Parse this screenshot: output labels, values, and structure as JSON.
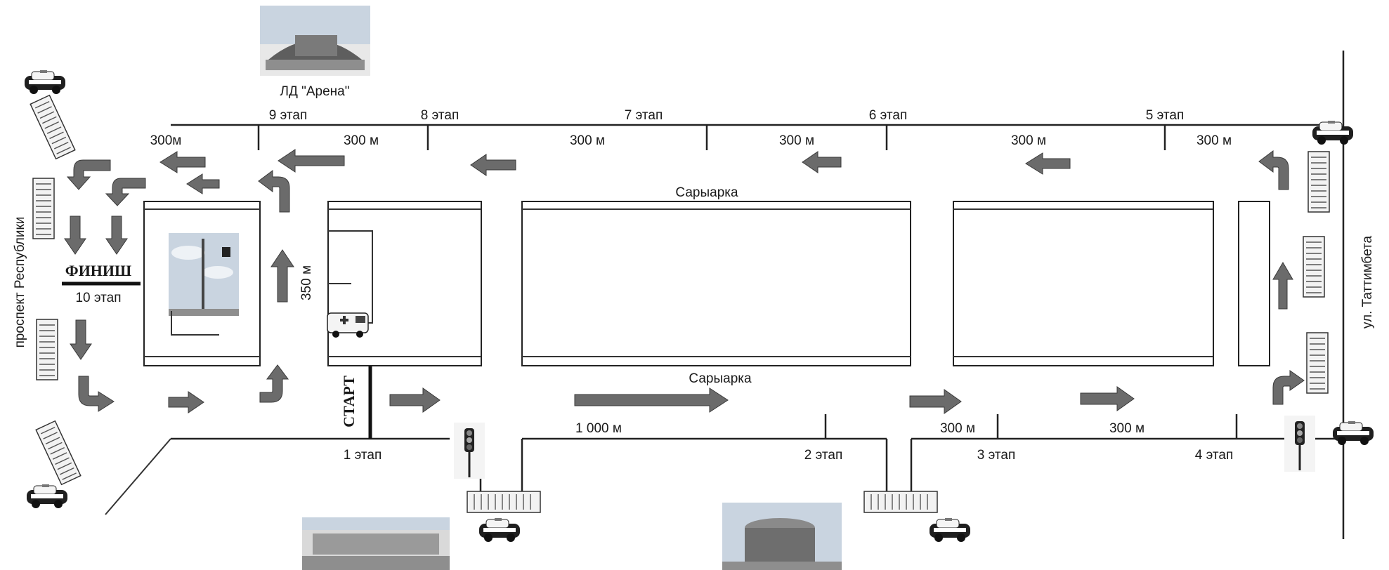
{
  "labels": {
    "arena": "ЛД \"Арена\"",
    "stages": {
      "s1": "1 этап",
      "s2": "2 этап",
      "s3": "3 этап",
      "s4": "4 этап",
      "s5": "5 этап",
      "s6": "6 этап",
      "s7": "7 этап",
      "s8": "8 этап",
      "s9": "9 этап",
      "s10": "10 этап"
    },
    "distances": {
      "top_left": "300м",
      "top_9": "300 м",
      "top_7": "300 м",
      "top_6": "300 м",
      "top_5": "300 м",
      "top_right": "300 м",
      "bottom_1": "1 000 м",
      "bottom_2": "300 м",
      "bottom_3": "300 м",
      "vertical": "350 м"
    },
    "finish": "ФИНИШ",
    "start": "СТАРТ",
    "street_top": "Сарыарка",
    "street_bottom": "Сарыарка",
    "avenue_left": "проспект Республики",
    "street_right": "ул. Таттимбета"
  },
  "icons": {
    "police_car": "police-car-icon",
    "barrier": "road-barrier-icon",
    "traffic_light": "traffic-light-icon",
    "ambulance": "ambulance-icon",
    "arrow": "route-arrow-icon"
  },
  "colors": {
    "arrow_fill": "#6b6b6b",
    "road": "#222222",
    "police": "#1f1f1f"
  }
}
